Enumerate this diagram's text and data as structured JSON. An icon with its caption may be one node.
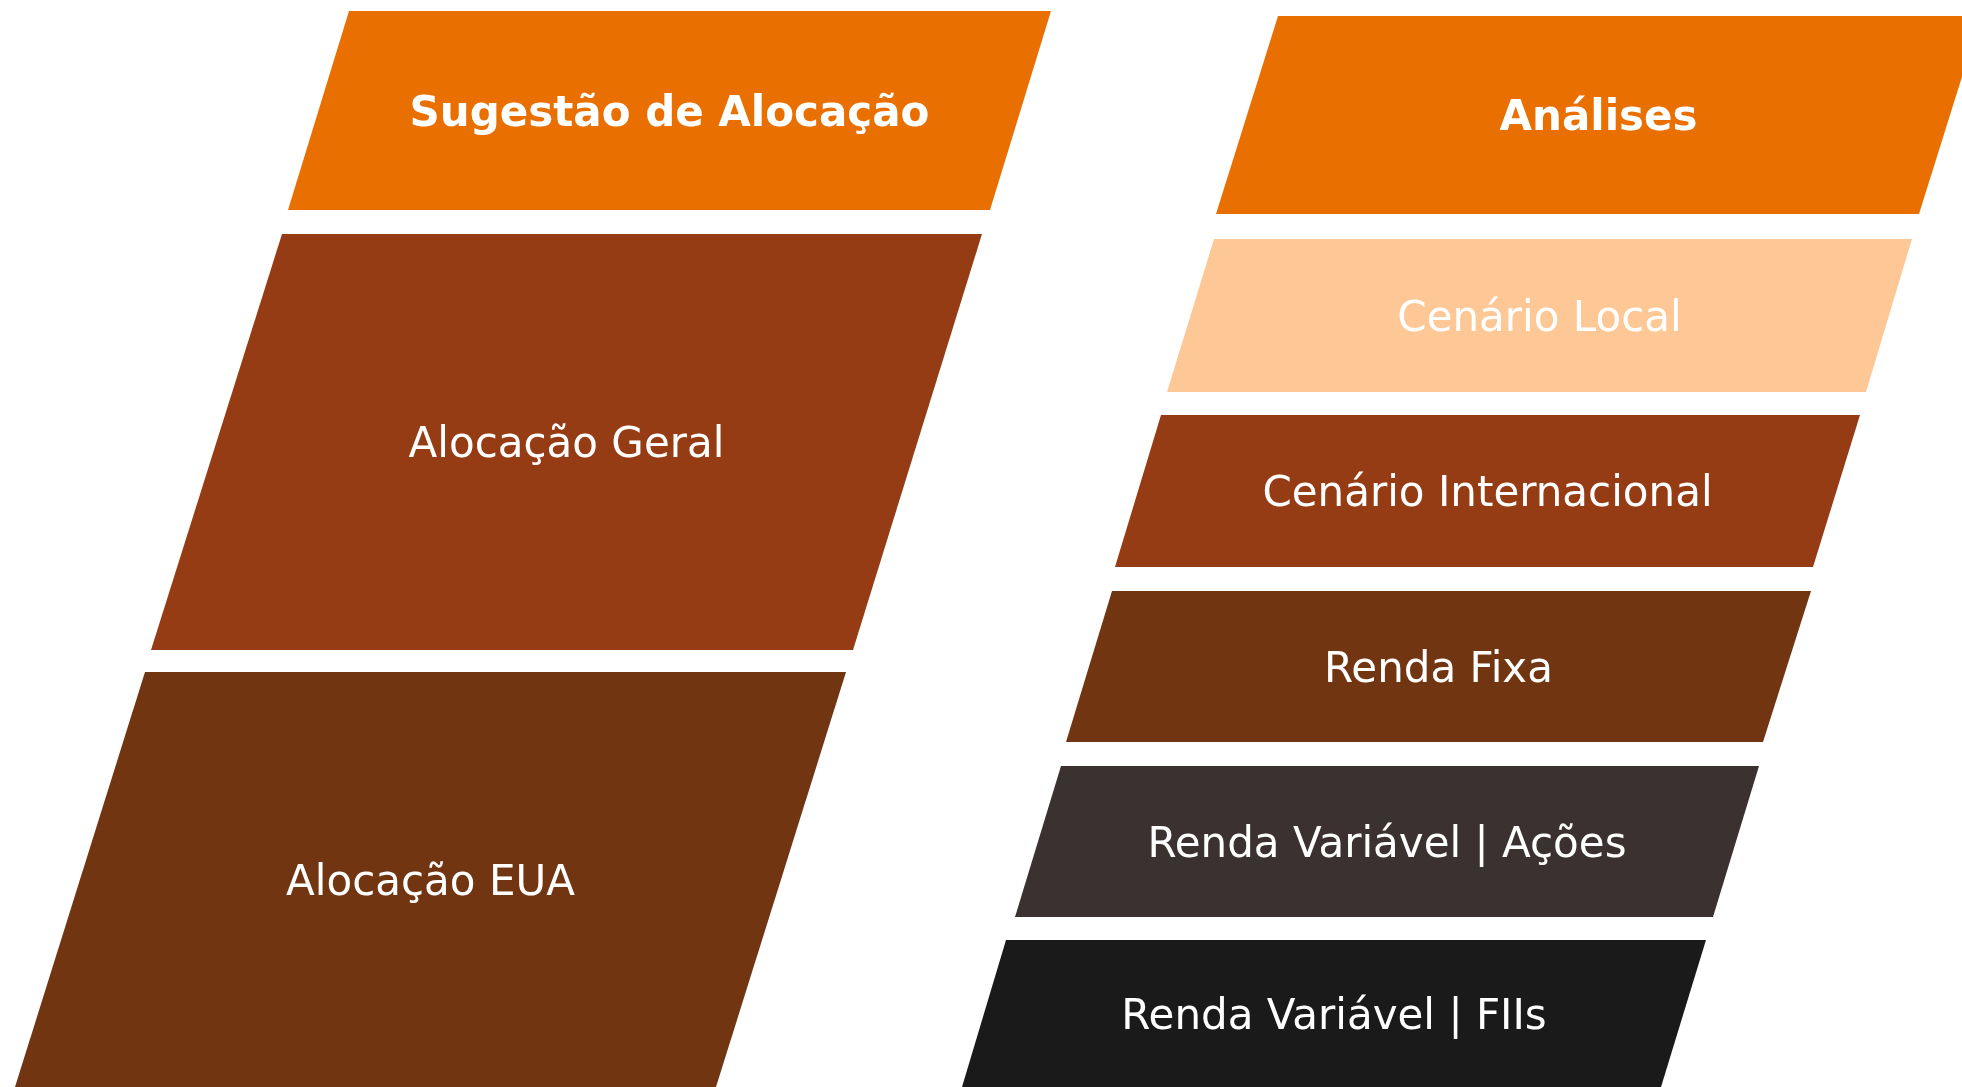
{
  "diagram": {
    "nodes": [
      {
        "text": [
          "Sugestão de Alocação"
        ]
      },
      {
        "text": [
          "Alocação Geral"
        ]
      },
      {
        "text": [
          "Alocação EUA"
        ]
      },
      {
        "text": [
          "Análises"
        ]
      },
      {
        "text": [
          "Cenário Local"
        ]
      },
      {
        "text": [
          "Cenário Internacional"
        ]
      },
      {
        "text": [
          "Renda Fixa"
        ]
      },
      {
        "text": [
          "Renda Variável | Ações"
        ]
      },
      {
        "text": [
          "Renda Variável | FIIs"
        ]
      }
    ]
  }
}
